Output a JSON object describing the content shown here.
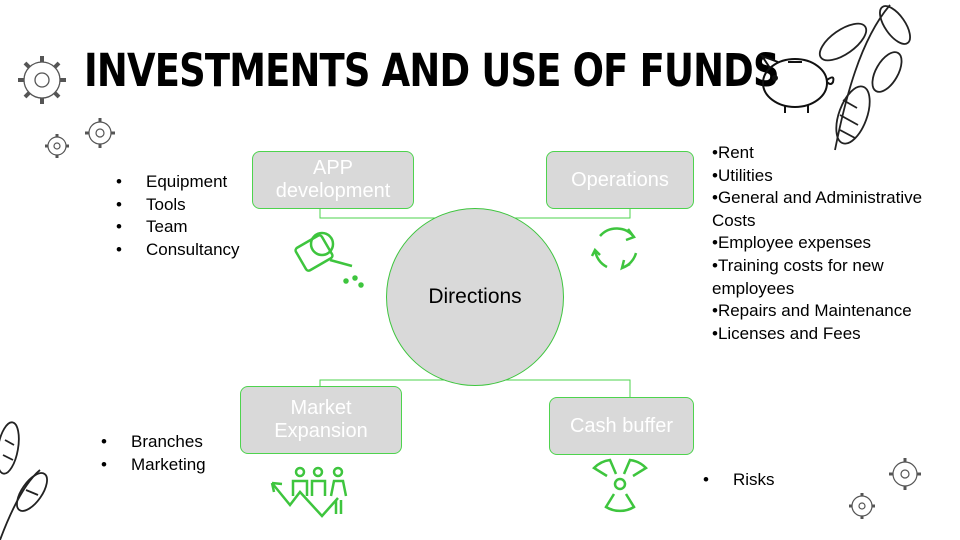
{
  "title": "INVESTMENTS AND USE OF FUNDS",
  "diagram": {
    "center": "Directions",
    "boxes": {
      "app": "APP development",
      "operations": "Operations",
      "market": "Market Expansion",
      "cash": "Cash buffer"
    }
  },
  "lists": {
    "app": [
      "Equipment",
      "Tools",
      "Team",
      "Consultancy"
    ],
    "operations": [
      "•Rent",
      "•Utilities",
      "•General and Administrative Costs",
      "•Employee expenses",
      "•Training costs for new employees",
      "•Repairs and Maintenance",
      "•Licenses and Fees"
    ],
    "market": [
      "Branches",
      "Marketing"
    ],
    "cash": [
      "Risks"
    ]
  },
  "colors": {
    "accent": "#4ed34e",
    "box": "#d9d9d9"
  },
  "icons": [
    "gear-icon",
    "piggy-bank-icon",
    "leaf-icon",
    "watering-can-icon",
    "recycle-icon",
    "people-growth-icon",
    "radiation-icon"
  ]
}
